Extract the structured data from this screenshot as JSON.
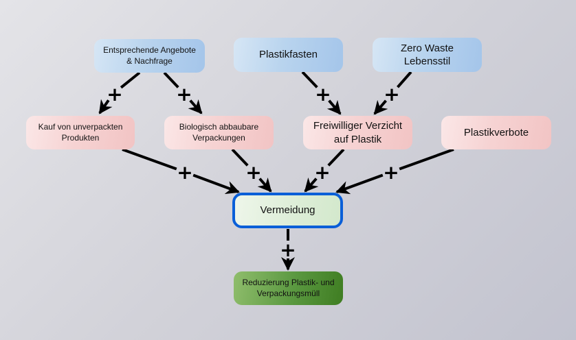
{
  "diagram": {
    "nodes": {
      "angebote": "Entsprechende Angebote\n& Nachfrage",
      "plastikfasten": "Plastikfasten",
      "zerowaste": "Zero Waste\nLebensstil",
      "kauf": "Kauf von unverpackten\nProdukten",
      "bio": "Biologisch abbaubare\nVerpackungen",
      "verzicht": "Freiwilliger Verzicht\nauf Plastik",
      "verbote": "Plastikverbote",
      "vermeidung": "Vermeidung",
      "reduzierung": "Reduzierung Plastik- und\nVerpackungsmüll"
    },
    "edges": [
      {
        "from": "angebote",
        "to": "kauf",
        "sign": "+"
      },
      {
        "from": "angebote",
        "to": "bio",
        "sign": "+"
      },
      {
        "from": "plastikfasten",
        "to": "verzicht",
        "sign": "+"
      },
      {
        "from": "zerowaste",
        "to": "verzicht",
        "sign": "+"
      },
      {
        "from": "kauf",
        "to": "vermeidung",
        "sign": "+"
      },
      {
        "from": "bio",
        "to": "vermeidung",
        "sign": "+"
      },
      {
        "from": "verzicht",
        "to": "vermeidung",
        "sign": "+"
      },
      {
        "from": "verbote",
        "to": "vermeidung",
        "sign": "+"
      },
      {
        "from": "vermeidung",
        "to": "reduzierung",
        "sign": "+"
      }
    ],
    "colors": {
      "driver_node": "#b9d4ee",
      "measure_node": "#f6d3d3",
      "central_node": "#dcedd6",
      "central_border": "#0a5fd8",
      "outcome_node": "#5a9840",
      "edge": "#000000"
    }
  }
}
